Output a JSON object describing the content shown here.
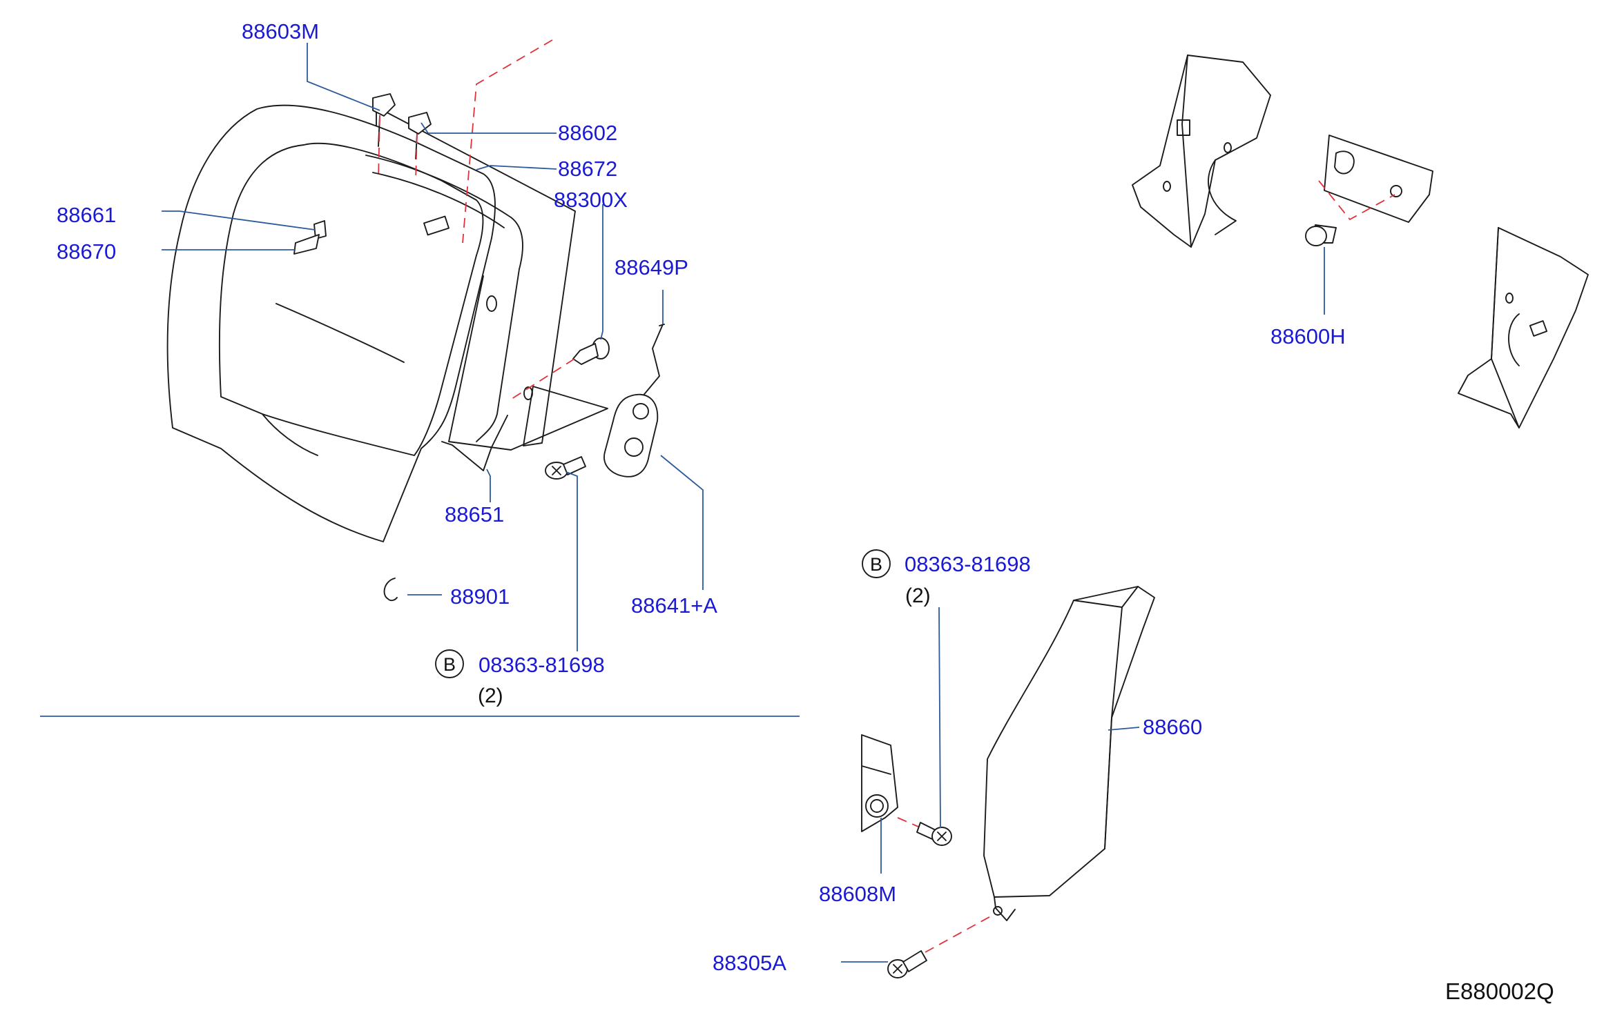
{
  "diagram_code": "E880002Q",
  "callout_badge": "B",
  "parts": {
    "p88603M": "88603M",
    "p88602": "88602",
    "p88672": "88672",
    "p88300X": "88300X",
    "p88661": "88661",
    "p88670": "88670",
    "p88649P": "88649P",
    "p88651": "88651",
    "p88901": "88901",
    "p88641A": "88641+A",
    "p08363_left": "08363-81698",
    "qty_left": "(2)",
    "p88600H": "88600H",
    "p08363_right": "08363-81698",
    "qty_right": "(2)",
    "p88660": "88660",
    "p88608M": "88608M",
    "p88305A": "88305A"
  },
  "colors": {
    "label": "#1a1ad4",
    "leader": "#2b5a9b",
    "assembly_dash": "#e0323a",
    "outline": "#1b1b1b"
  }
}
